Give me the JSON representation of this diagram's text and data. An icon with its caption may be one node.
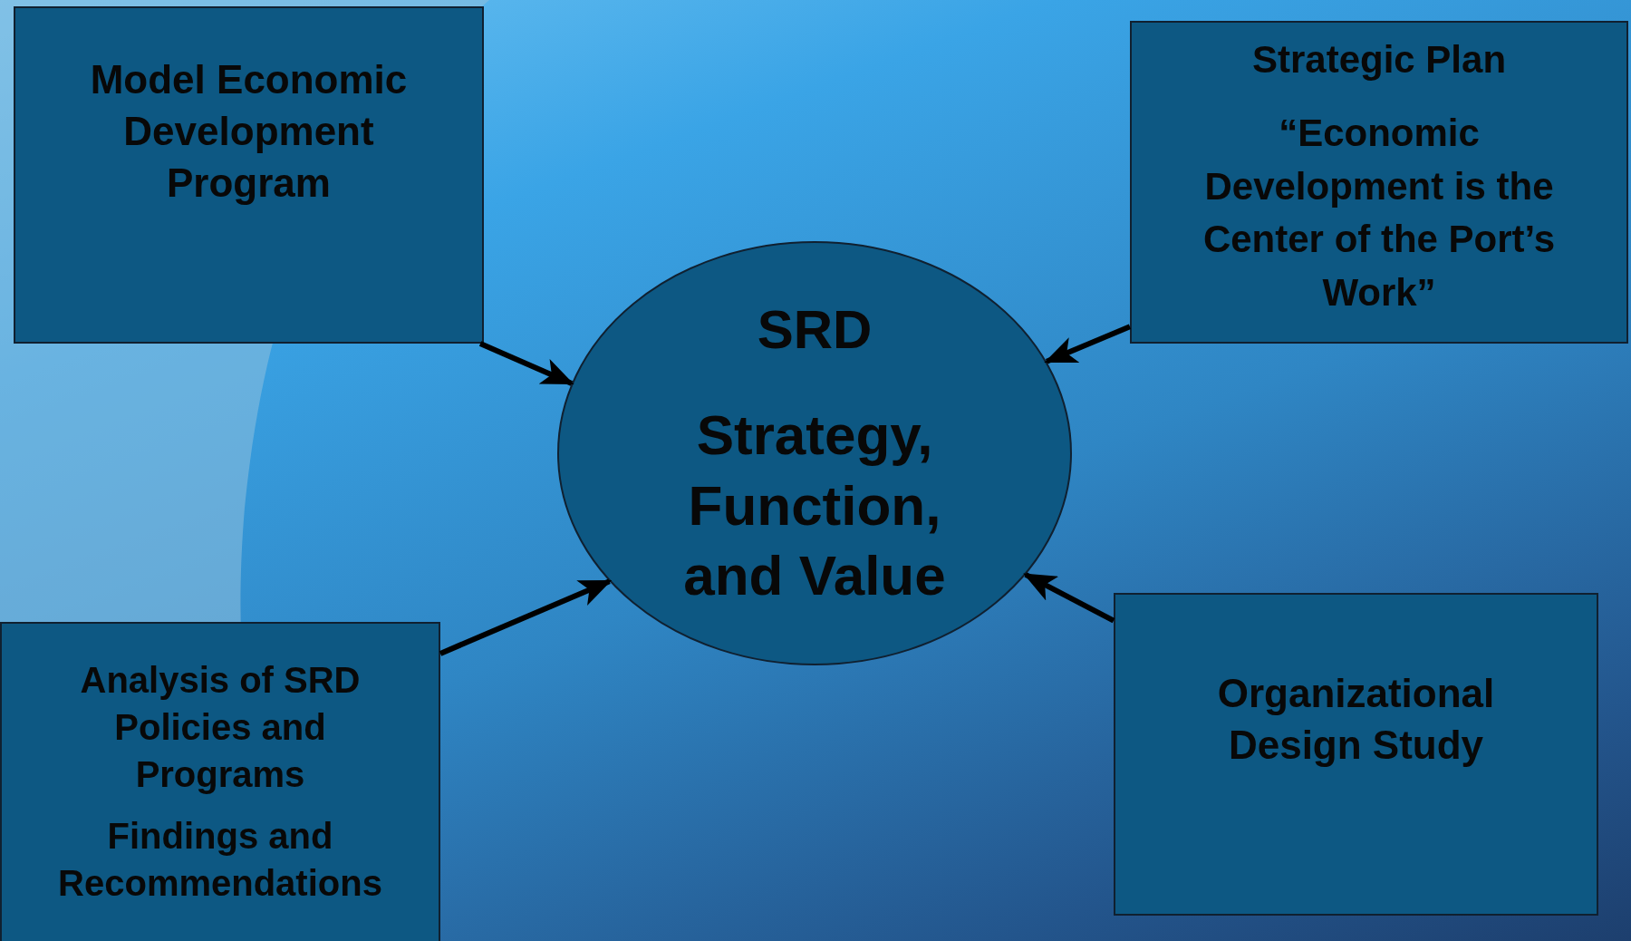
{
  "diagram": {
    "nodes": [
      {
        "text": [
          "Model Economic Development Program"
        ]
      },
      {
        "text": [
          "Strategic Plan",
          "“Economic Development is the Center of the Port’s Work”"
        ]
      },
      {
        "text": [
          "SRD",
          "Strategy, Function, and Value"
        ]
      },
      {
        "text": [
          "Analysis of SRD Policies and Programs",
          "Findings and Recommendations"
        ]
      },
      {
        "text": [
          "Organizational Design Study"
        ]
      }
    ],
    "edges": [
      {
        "from": 0,
        "to": 2,
        "arrow": "to"
      },
      {
        "from": 1,
        "to": 2,
        "arrow": "to"
      },
      {
        "from": 3,
        "to": 2,
        "arrow": "to"
      },
      {
        "from": 4,
        "to": 2,
        "arrow": "to"
      }
    ]
  }
}
